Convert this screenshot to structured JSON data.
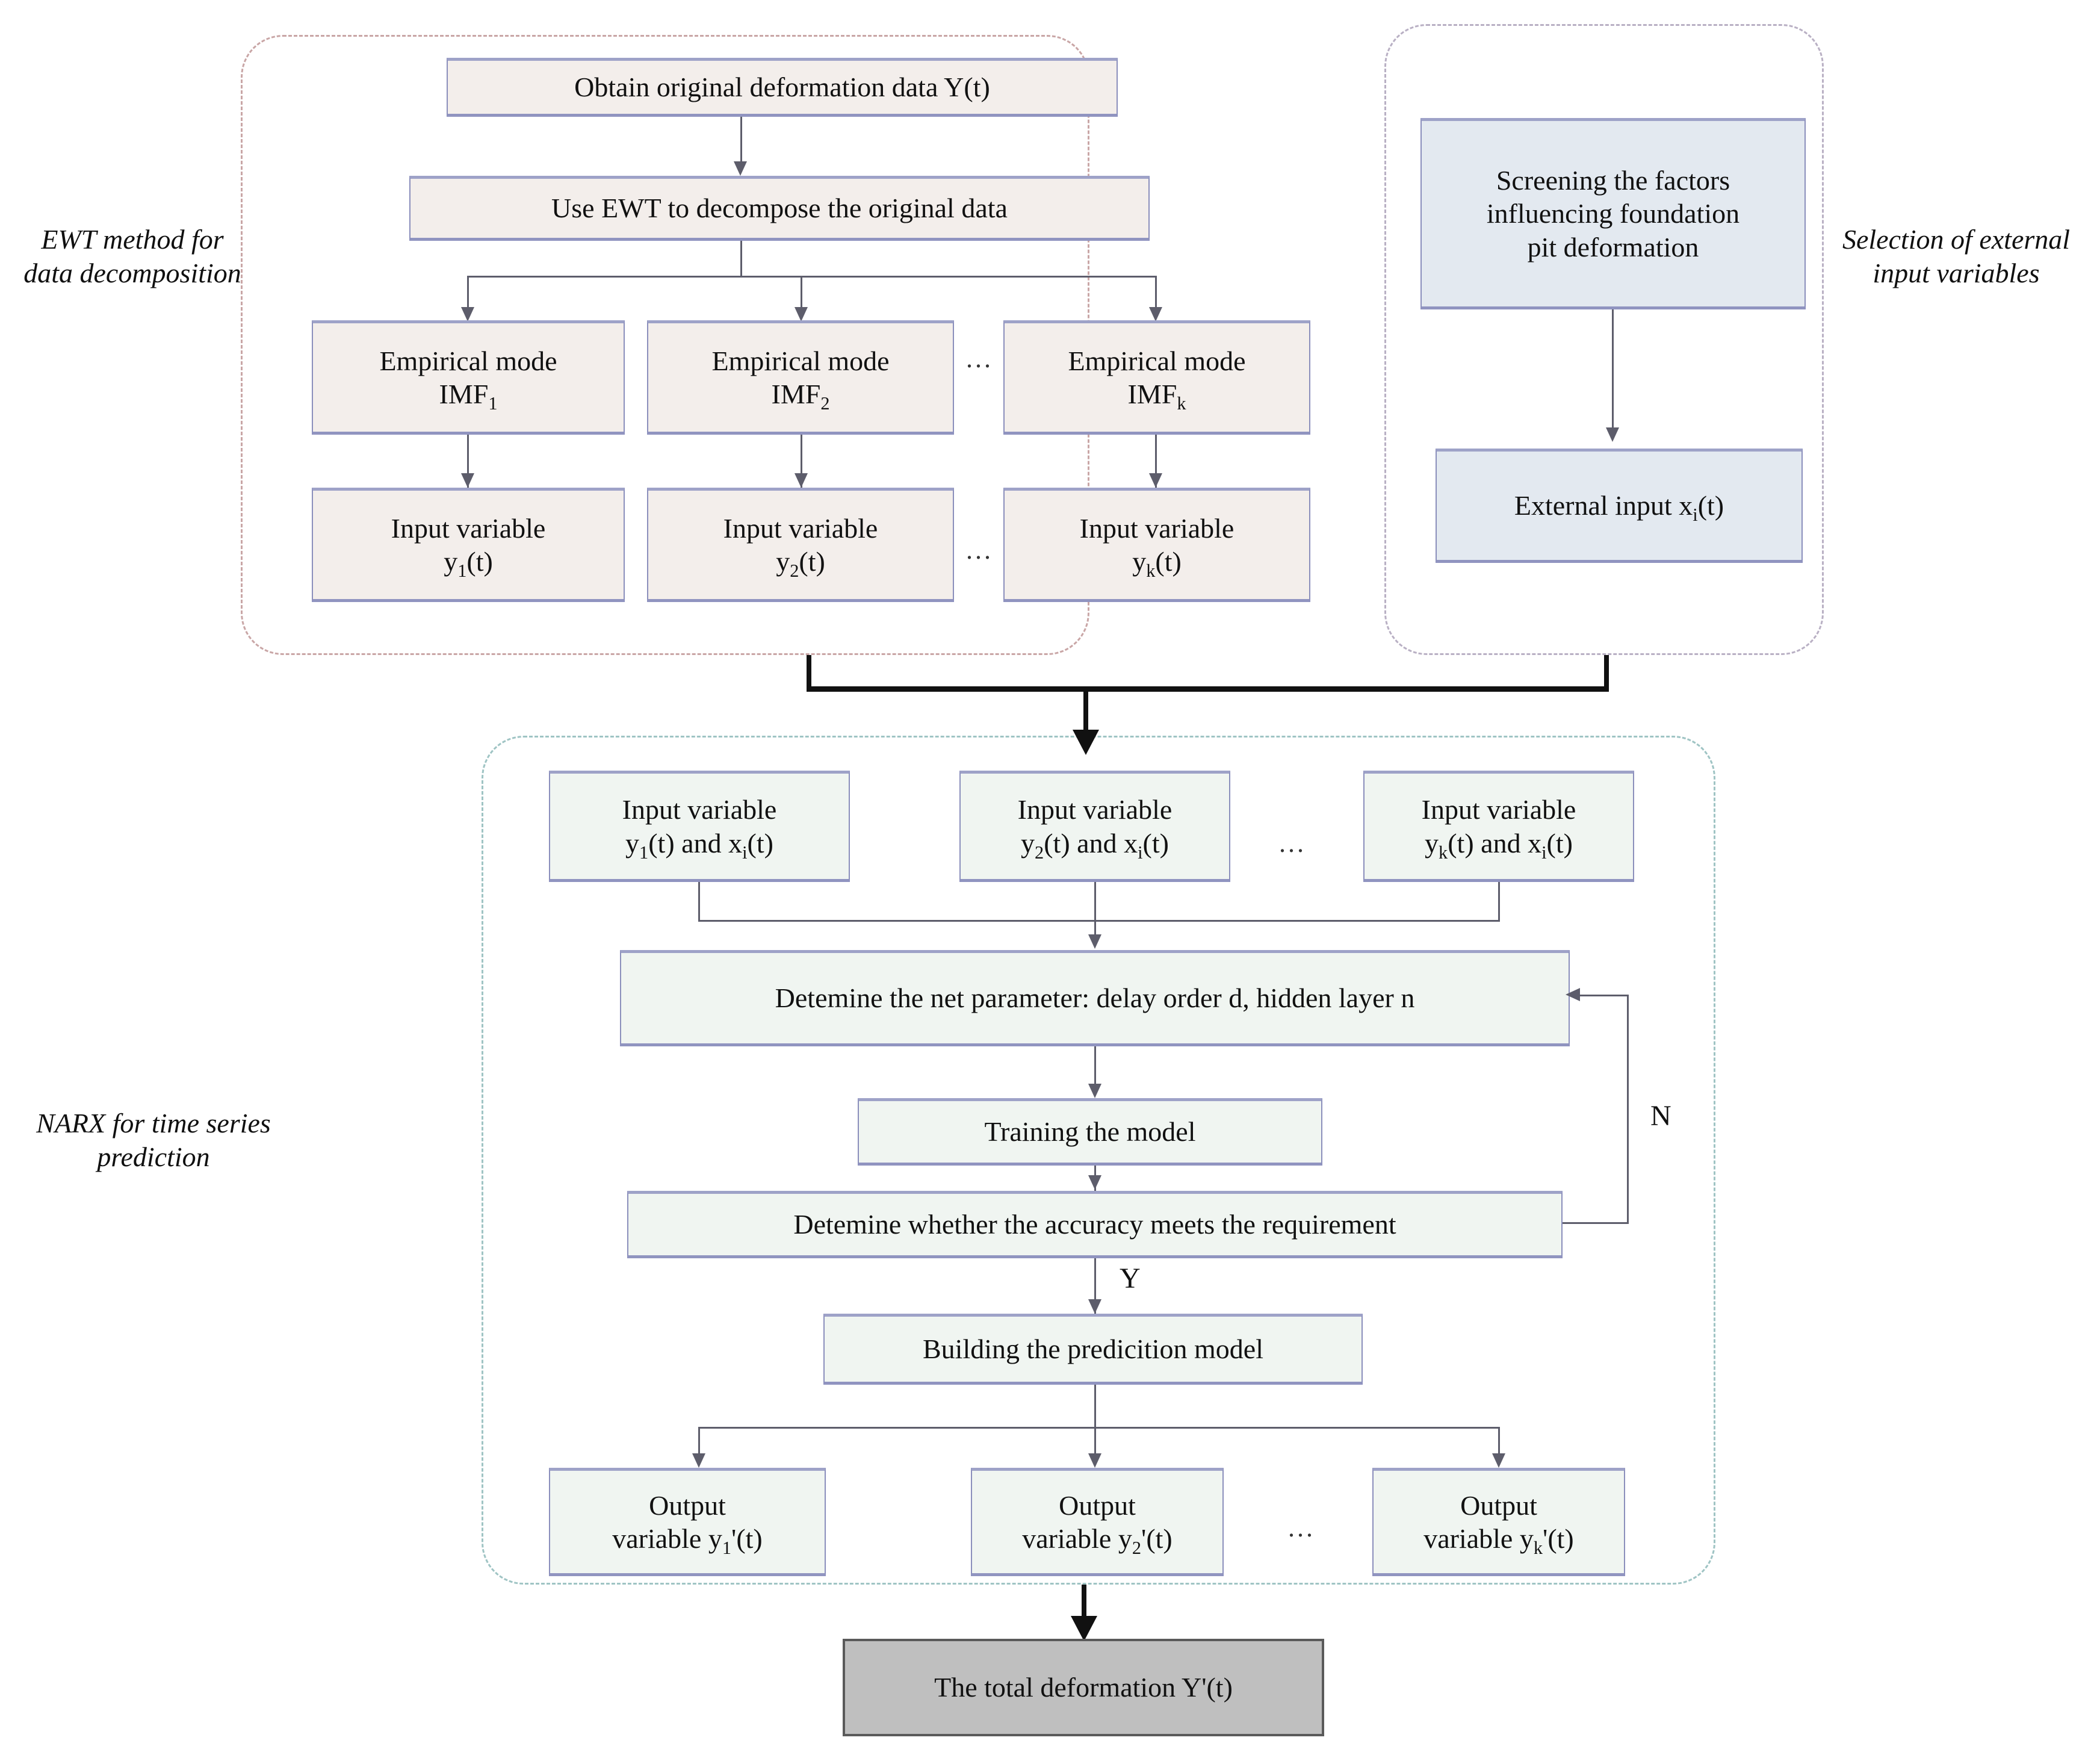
{
  "diagram": {
    "title": "EWT-NARX foundation pit deformation prediction flowchart",
    "colors": {
      "warm_box_fill": "#f3eeeb",
      "cool_box_fill": "#e3e9f0",
      "mint_box_fill": "#f0f5f1",
      "result_box_fill": "#bfbfbf",
      "box_border": "#8b8fbc",
      "panel_ewt_border": "#c9a6a6",
      "panel_ext_border": "#b9b0c4",
      "panel_narx_border": "#9fc4c4",
      "connector": "#5d5d6b"
    }
  },
  "side_captions": {
    "ewt": "EWT method for data decomposition",
    "external": "Selection of external input variables",
    "narx": "NARX for time series prediction"
  },
  "ewt_group": {
    "obtain_data": "Obtain original deformation data Y(t)",
    "decompose": "Use EWT to decompose the original data",
    "modes": [
      {
        "line1": "Empirical mode",
        "line2": "IMF",
        "sub": "1"
      },
      {
        "line1": "Empirical mode",
        "line2": "IMF",
        "sub": "2"
      },
      {
        "line1": "Empirical mode",
        "line2": "IMF",
        "sub": "k"
      }
    ],
    "inputs": [
      {
        "line1": "Input variable",
        "line2_pre": "y",
        "sub": "1",
        "line2_post": "(t)"
      },
      {
        "line1": "Input variable",
        "line2_pre": "y",
        "sub": "2",
        "line2_post": "(t)"
      },
      {
        "line1": "Input variable",
        "line2_pre": "y",
        "sub": "k",
        "line2_post": "(t)"
      }
    ],
    "ellipsis": "..."
  },
  "external_group": {
    "screening": "Screening the factors influencing foundation pit deformation",
    "screening_lines": [
      "Screening the factors",
      "influencing foundation",
      "pit deformation"
    ],
    "external_input_pre": "External input x",
    "external_input_sub": "i",
    "external_input_post": "(t)"
  },
  "narx_group": {
    "inputs": [
      {
        "line1": "Input variable",
        "pre": "y",
        "sub": "1",
        "mid": "(t) and x",
        "sub2": "i",
        "post": "(t)"
      },
      {
        "line1": "Input variable",
        "pre": "y",
        "sub": "2",
        "mid": "(t) and x",
        "sub2": "i",
        "post": "(t)"
      },
      {
        "line1": "Input variable",
        "pre": "y",
        "sub": "k",
        "mid": "(t) and x",
        "sub2": "i",
        "post": "(t)"
      }
    ],
    "net_parameter": "Detemine the net parameter: delay order d, hidden layer n",
    "training": "Training the model",
    "accuracy_check": "Detemine whether the accuracy meets the requirement",
    "build_model": "Building the predicition model",
    "outputs": [
      {
        "line1": "Output",
        "pre": "variable y",
        "sub": "1",
        "post": "'(t)"
      },
      {
        "line1": "Output",
        "pre": "variable y",
        "sub": "2",
        "post": "'(t)"
      },
      {
        "line1": "Output",
        "pre": "variable y",
        "sub": "k",
        "post": "'(t)"
      }
    ],
    "branch_yes": "Y",
    "branch_no": "N",
    "ellipsis": "..."
  },
  "result": {
    "total_deformation": "The total deformation Y'(t)"
  }
}
